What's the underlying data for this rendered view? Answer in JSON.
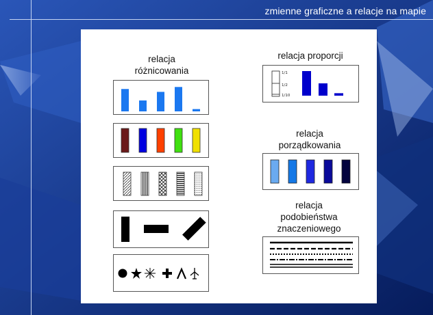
{
  "slide_title": "zmienne graficzne a relacje na mapie",
  "left_column": {
    "heading_line1": "relacja",
    "heading_line2": "różnicowania",
    "size_bars": [
      0.78,
      0.38,
      0.68,
      0.85,
      0.08
    ],
    "hue_bars": [
      "#6b1a1a",
      "#0000e0",
      "#ff4000",
      "#40e010",
      "#f0e000"
    ],
    "texture_bars": [
      "diagonal-hatch",
      "vertical-stripes",
      "cross-pattern",
      "horizontal-stripes",
      "dots"
    ],
    "orientation_bars": [
      "vertical",
      "horizontal",
      "diagonal"
    ],
    "shape_icons": [
      "circle-icon",
      "star-icon",
      "asterisk-icon",
      "cross-icon",
      "lambda-icon",
      "plane-icon"
    ]
  },
  "right_column": {
    "proportion_heading": "relacja proporcji",
    "scale_labels": [
      "1/1",
      "1/2",
      "1/10"
    ],
    "proportion_values": [
      1.0,
      0.5,
      0.1
    ],
    "proportion_color": "#0000cc",
    "order_heading_line1": "relacja",
    "order_heading_line2": "porządkowania",
    "order_colors": [
      "#6aaaf0",
      "#1478e6",
      "#1e28e0",
      "#0a0a9a",
      "#04043e"
    ],
    "similarity_heading_line1": "relacja",
    "similarity_heading_line2": "podobieństwa",
    "similarity_heading_line3": "znaczeniowego",
    "line_styles": [
      "solid-thick",
      "dashed",
      "dotted",
      "dash-dot",
      "double"
    ]
  },
  "colors": {
    "background": "#0c2a78",
    "panel": "#ffffff",
    "size_bar": "#1b78f0"
  }
}
